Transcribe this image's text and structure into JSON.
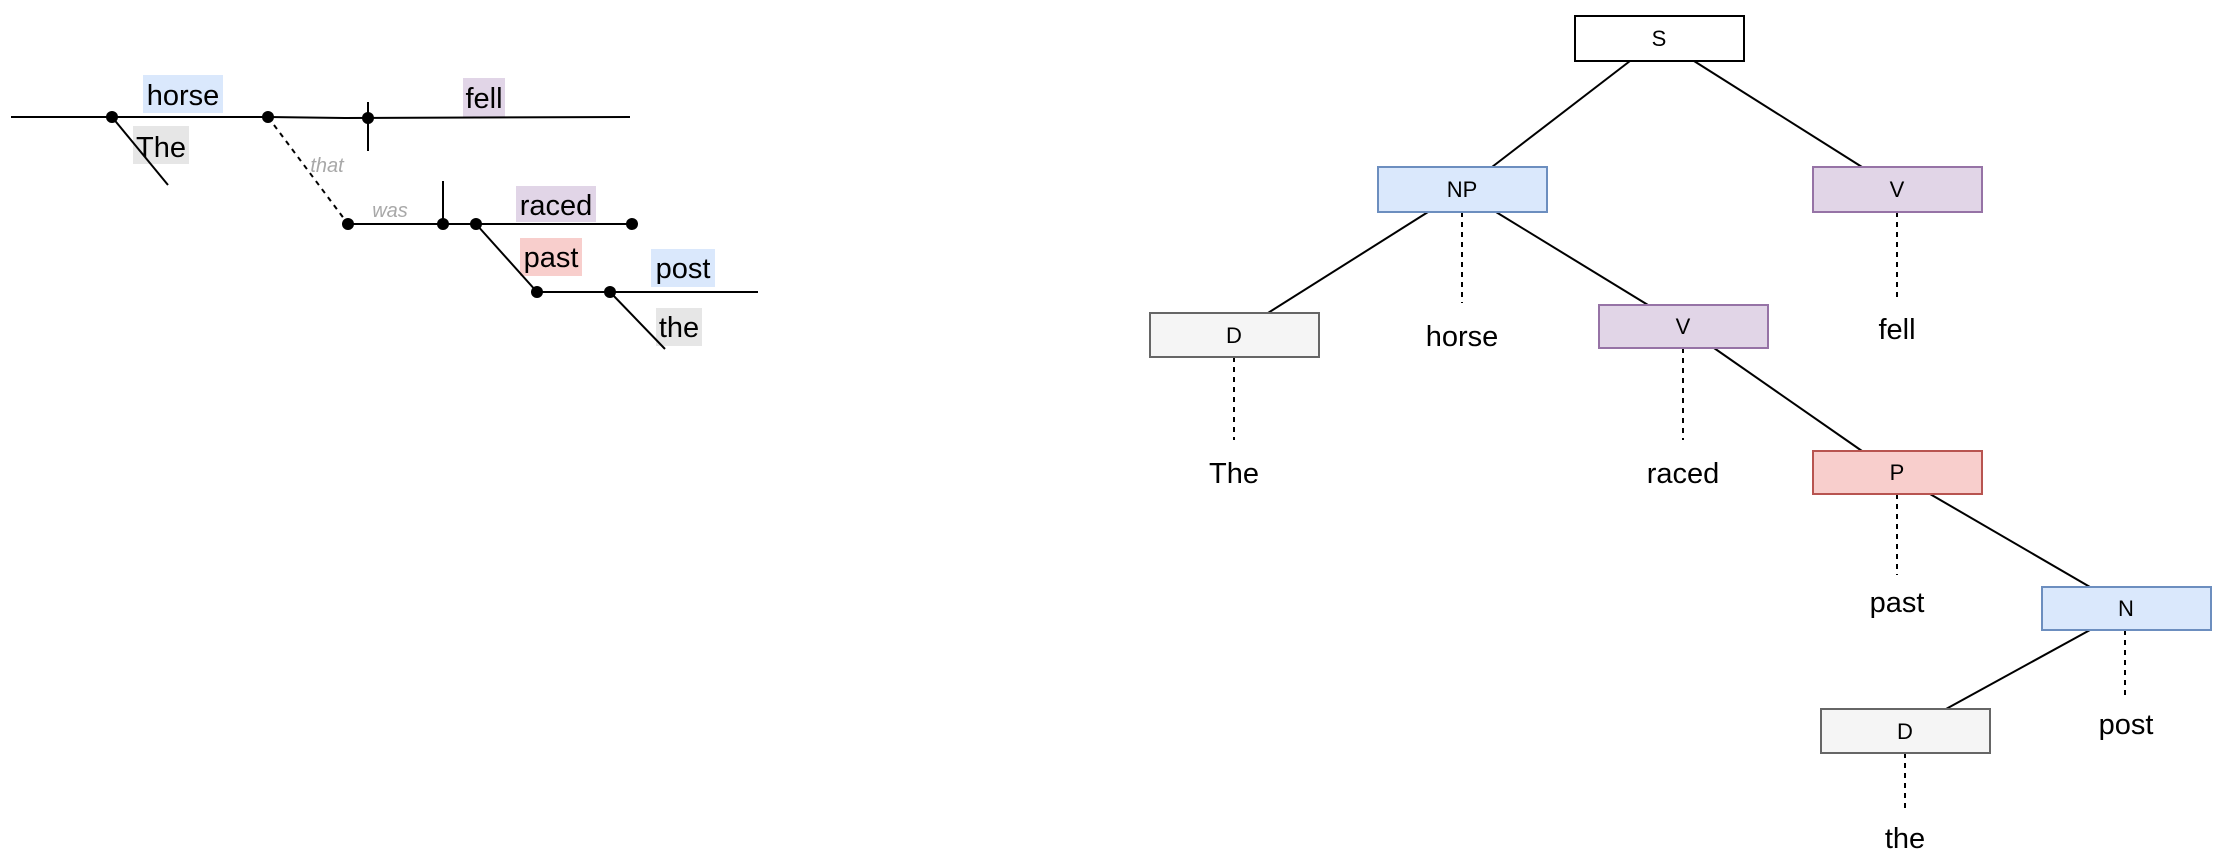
{
  "colors": {
    "noun": "#dae8fc",
    "noun_border": "#6c8ebf",
    "verb": "#e1d5e7",
    "verb_border": "#9673a6",
    "prep": "#f8cecc",
    "prep_border": "#b85450",
    "det": "#f5f5f5",
    "det_border": "#666666",
    "sentence": "#ffffff",
    "implied": "#a8a8a8"
  },
  "reed_kellogg": {
    "subject": "horse",
    "subject_det": "The",
    "predicate": "fell",
    "relative_pronoun": "that",
    "auxiliary": "was",
    "relative_verb": "raced",
    "preposition": "past",
    "prep_object": "post",
    "object_det": "the"
  },
  "tree": {
    "nodes": {
      "s": "S",
      "np": "NP",
      "v_main": "V",
      "d_subject": "D",
      "v_rel": "V",
      "p": "P",
      "n": "N",
      "d_object": "D"
    },
    "leaves": {
      "the_subject": "The",
      "horse": "horse",
      "raced": "raced",
      "fell": "fell",
      "past": "past",
      "post": "post",
      "the_object": "the"
    }
  }
}
